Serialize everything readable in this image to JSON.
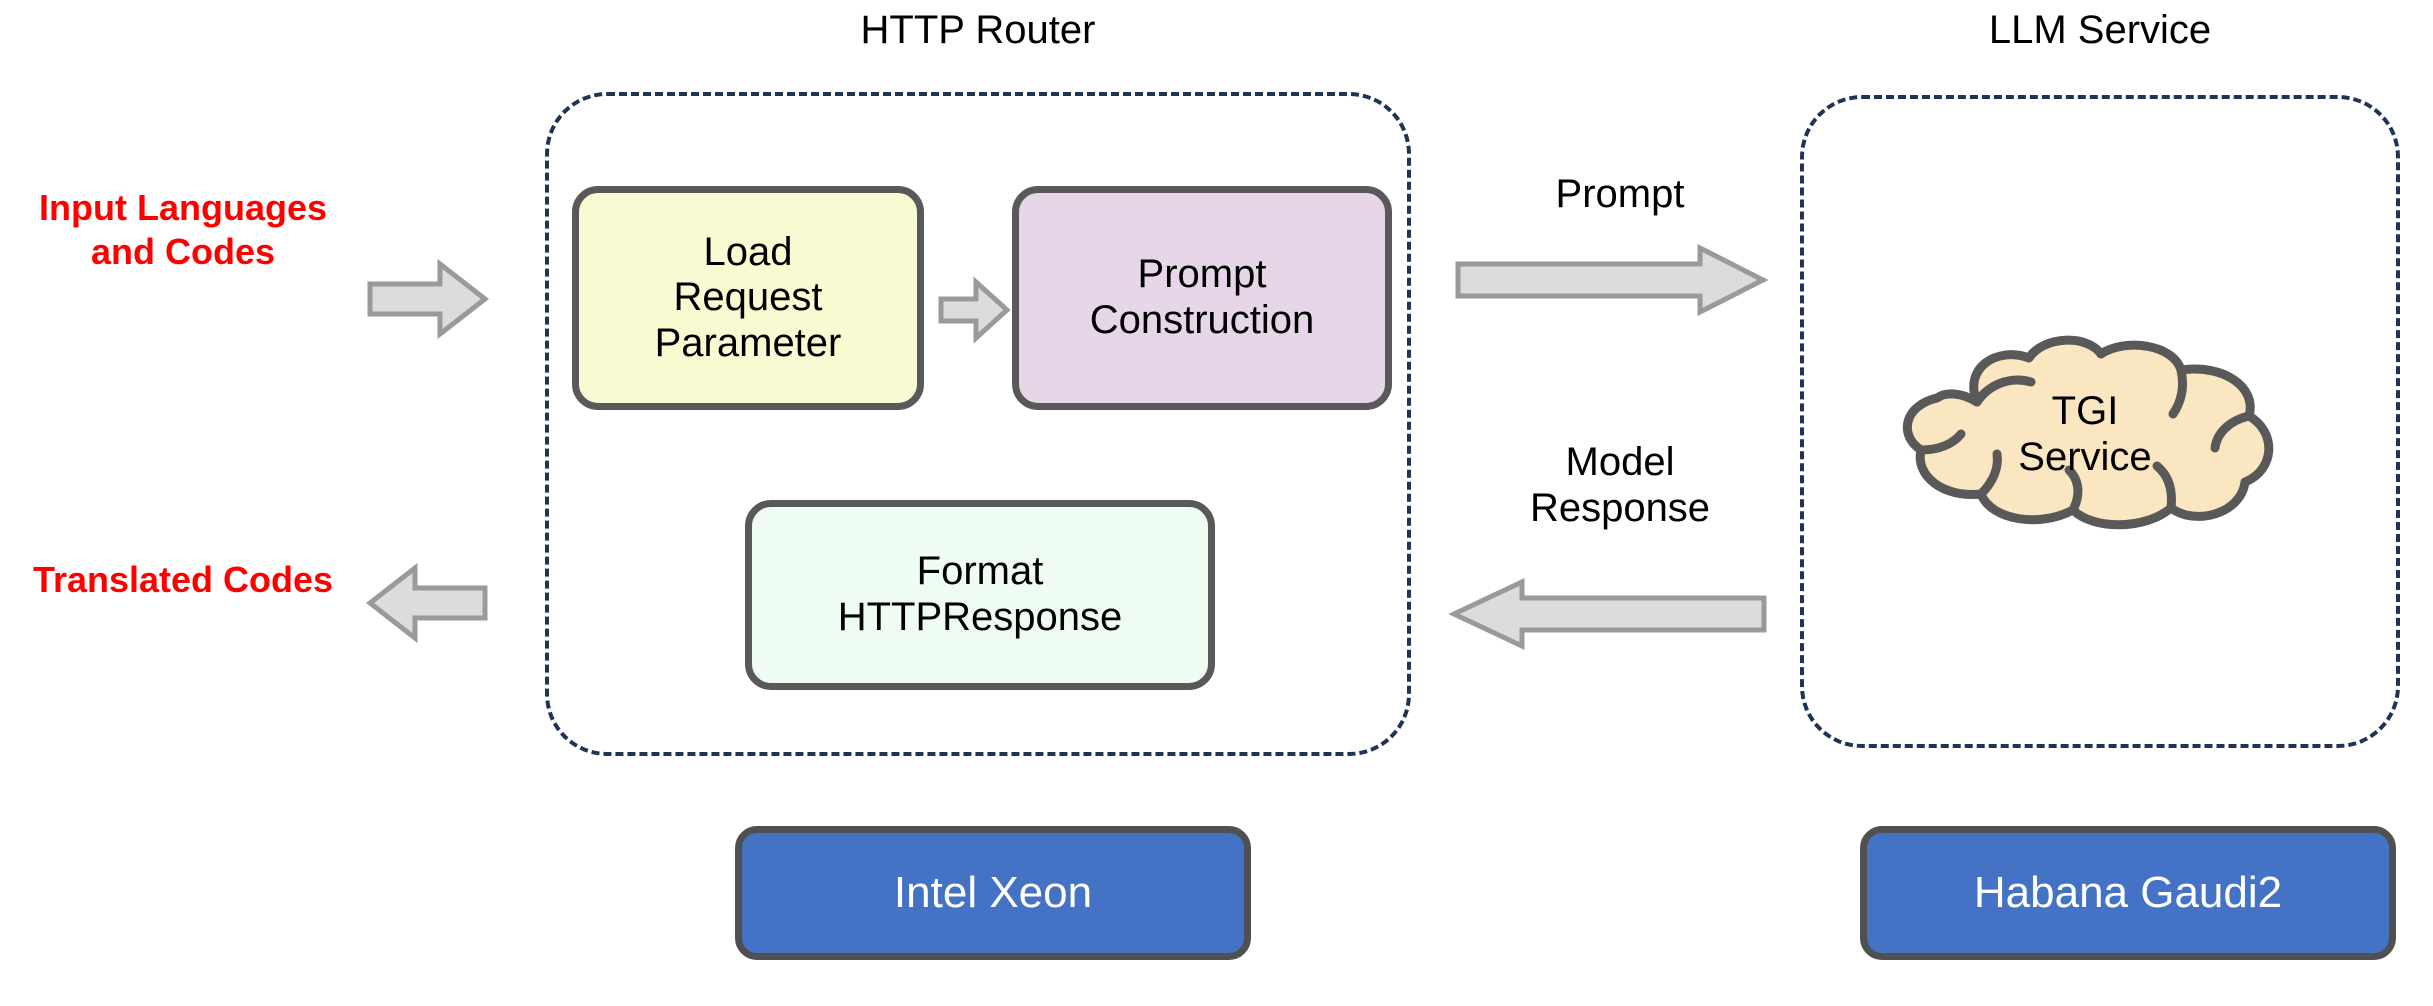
{
  "diagram": {
    "title_http_router": "HTTP Router",
    "title_llm_service": "LLM Service",
    "input_label": "Input\nLanguages\nand Codes",
    "output_label": "Translated\nCodes",
    "blocks": {
      "load_request_parameter": "Load\nRequest\nParameter",
      "prompt_construction": "Prompt\nConstruction",
      "format_http_response": "Format\nHTTPResponse",
      "tgi_service": "TGI\nService"
    },
    "flows": {
      "prompt": "Prompt",
      "model_response": "Model\nResponse"
    },
    "platforms": {
      "left": "Intel Xeon",
      "right": "Habana Gaudi2"
    },
    "colors": {
      "dashed_border": "#1F3355",
      "yellow_fill": "#FAFAD2",
      "purple_fill": "#E6D6E8",
      "mint_fill": "#EFFCF2",
      "cloud_fill": "#FAE7C1",
      "platform_fill": "#4472C4",
      "io_text": "#FF0000",
      "arrow_fill": "#DCDCDC",
      "arrow_stroke": "#9A9A9A",
      "block_border": "#595959"
    }
  }
}
